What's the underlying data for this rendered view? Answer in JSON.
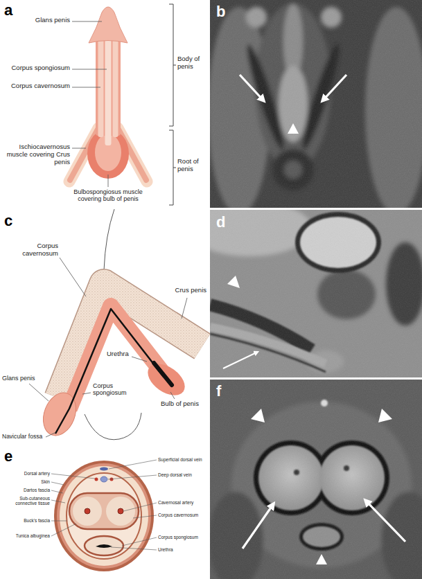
{
  "diagram": {
    "labels": [
      "a",
      "Glans penis",
      "Corpus spongiosum",
      "Corpus cavernosum",
      "Ischiocavernosus muscle covering Crus penis",
      "Bulbospongiosus muscle covering bulb of penis",
      "Body of penis",
      "Root of penis",
      "b",
      "c",
      "Corpus cavernosum",
      "Crus penis",
      "Urethra",
      "Glans penis",
      "Corpus spongiosum",
      "Bulb of penis",
      "Navicular fossa",
      "d",
      "e",
      "Dorsal artery",
      "Skin",
      "Dartos fascia",
      "Sub-cutaneous connective tissue",
      "Buck's fascia",
      "Tunica albuginea",
      "Superficial dorsal vein",
      "Deep dorsal vein",
      "Cavernosal artery",
      "Corpus cavernosum",
      "Corpus spongiosum",
      "Urethra",
      "f"
    ]
  }
}
